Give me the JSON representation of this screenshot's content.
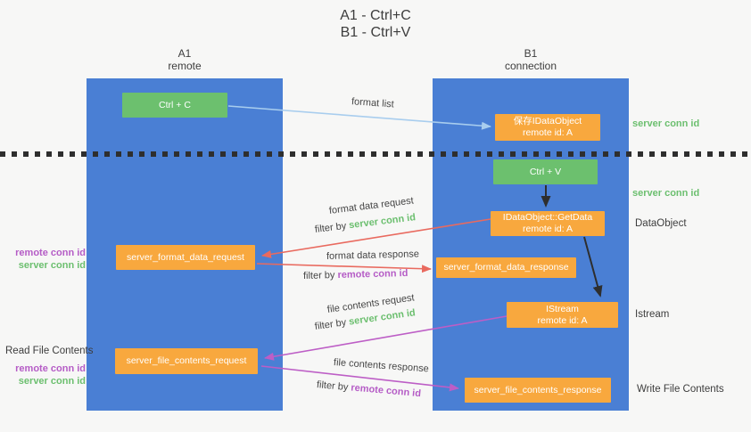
{
  "colors": {
    "background": "#f7f7f6",
    "lane_blue": "#4a7fd4",
    "node_green": "#6cc06e",
    "node_orange": "#f8a83e",
    "arrow_light_blue": "#a8cdee",
    "arrow_red": "#e96a5f",
    "arrow_magenta": "#bd5ec6",
    "arrow_black": "#2e2e2e",
    "text_dark": "#3d3d3d",
    "green_id": "#6cbf6f",
    "purple_id": "#b55cc6"
  },
  "title": {
    "line1": "A1 - Ctrl+C",
    "line2": "B1 - Ctrl+V"
  },
  "lanes": {
    "a": {
      "id": "A1",
      "role": "remote"
    },
    "b": {
      "id": "B1",
      "role": "connection"
    }
  },
  "nodes": {
    "ctrl_c": {
      "label": "Ctrl + C"
    },
    "ctrl_v": {
      "label": "Ctrl + V"
    },
    "save_idataobject": {
      "line1": "保存IDataObject",
      "line2": "remote id: A"
    },
    "getdata": {
      "line1": "IDataObject::GetData",
      "line2": "remote id: A"
    },
    "istream": {
      "line1": "IStream",
      "line2": "remote id: A"
    },
    "format_request": {
      "label": "server_format_data_request"
    },
    "format_response": {
      "label": "server_format_data_response"
    },
    "file_request": {
      "label": "server_file_contents_request"
    },
    "file_response": {
      "label": "server_file_contents_response"
    }
  },
  "edges": {
    "format_list": {
      "label": "format list"
    },
    "format_data_request": {
      "label": "format data request",
      "filter_prefix": "filter by",
      "filter_id": "server conn id"
    },
    "format_data_response": {
      "label": "format data response",
      "filter_prefix": "filter by",
      "filter_id": "remote conn id"
    },
    "file_contents_request": {
      "label": "file contents request",
      "filter_prefix": "filter by",
      "filter_id": "server conn id"
    },
    "file_contents_response": {
      "label": "file contents response",
      "filter_prefix": "filter by",
      "filter_id": "remote conn id"
    }
  },
  "side_labels": {
    "left_format": {
      "remote": "remote conn id",
      "server": "server conn id"
    },
    "read_file": "Read File Contents",
    "left_file": {
      "remote": "remote conn id",
      "server": "server conn id"
    },
    "server_conn_top": "server conn id",
    "server_conn_mid": "server conn id",
    "dataobject": "DataObject",
    "istream": "Istream",
    "write_file": "Write File Contents"
  }
}
